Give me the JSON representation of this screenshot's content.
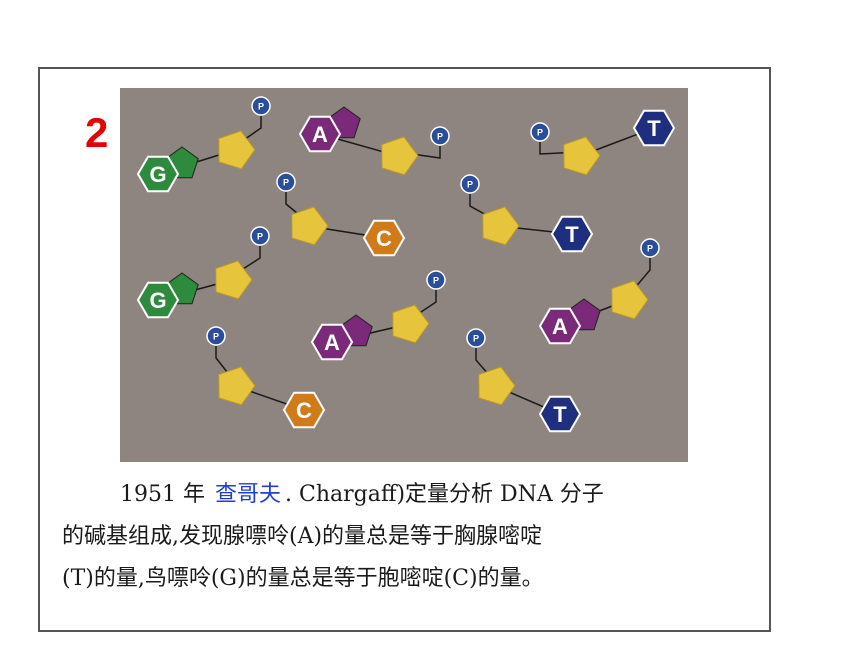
{
  "slide": {
    "number": "2",
    "number_color": "#e60000"
  },
  "illustration": {
    "background": "#8e8480",
    "nucleotides": [
      {
        "base": "G",
        "phosphate": "P",
        "base_color": "#2e8b3e"
      },
      {
        "base": "A",
        "phosphate": "P",
        "base_color": "#7b2a7a"
      },
      {
        "base": "T",
        "phosphate": "P",
        "base_color": "#1e2f80"
      },
      {
        "base": "C",
        "phosphate": "P",
        "base_color": "#d07a1a"
      },
      {
        "base": "T",
        "phosphate": "P",
        "base_color": "#1e2f80"
      },
      {
        "base": "G",
        "phosphate": "P",
        "base_color": "#2e8b3e"
      },
      {
        "base": "A",
        "phosphate": "P",
        "base_color": "#7b2a7a"
      },
      {
        "base": "A",
        "phosphate": "P",
        "base_color": "#7b2a7a"
      },
      {
        "base": "C",
        "phosphate": "P",
        "base_color": "#d07a1a"
      },
      {
        "base": "T",
        "phosphate": "P",
        "base_color": "#1e2f80"
      }
    ],
    "sugar_color": "#e6c43c",
    "phosphate_color": "#2a4f9a"
  },
  "caption": {
    "line1_prefix": "1951 年",
    "highlight_name": "查哥夫",
    "highlight_color": "#1f3fd0",
    "line1_suffix": ". Chargaff)定量分析 DNA 分子",
    "line2": "的碱基组成,发现腺嘌呤(A)的量总是等于胸腺嘧啶",
    "line3": "(T)的量,鸟嘌呤(G)的量总是等于胞嘧啶(C)的量。"
  }
}
